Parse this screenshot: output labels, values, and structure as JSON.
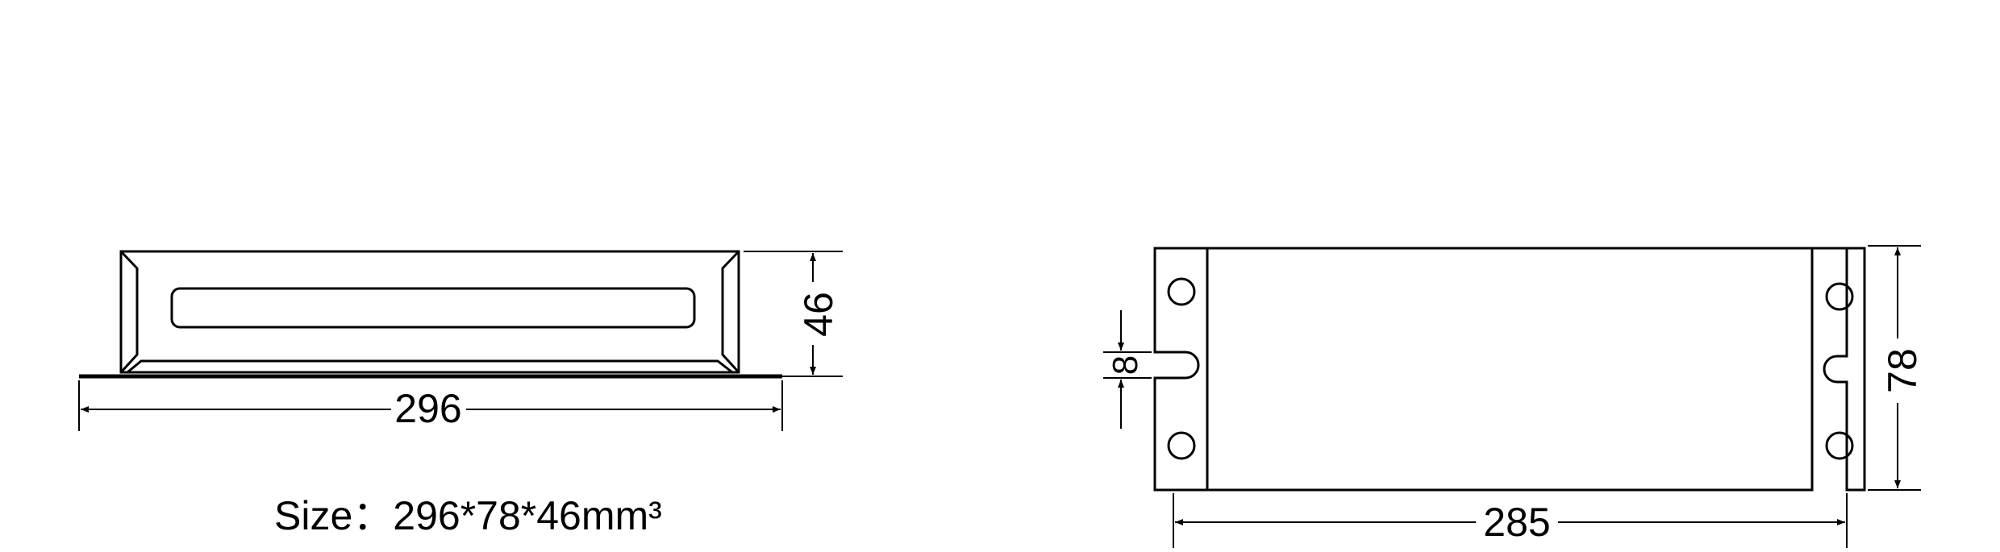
{
  "colors": {
    "line": "#000000",
    "background": "#ffffff"
  },
  "side_view": {
    "length_label": "296",
    "height_label": "46"
  },
  "top_view": {
    "length_label": "285",
    "width_label": "78",
    "slot_label": "8"
  },
  "caption": {
    "size_text": "Size：296*78*46mm³"
  }
}
